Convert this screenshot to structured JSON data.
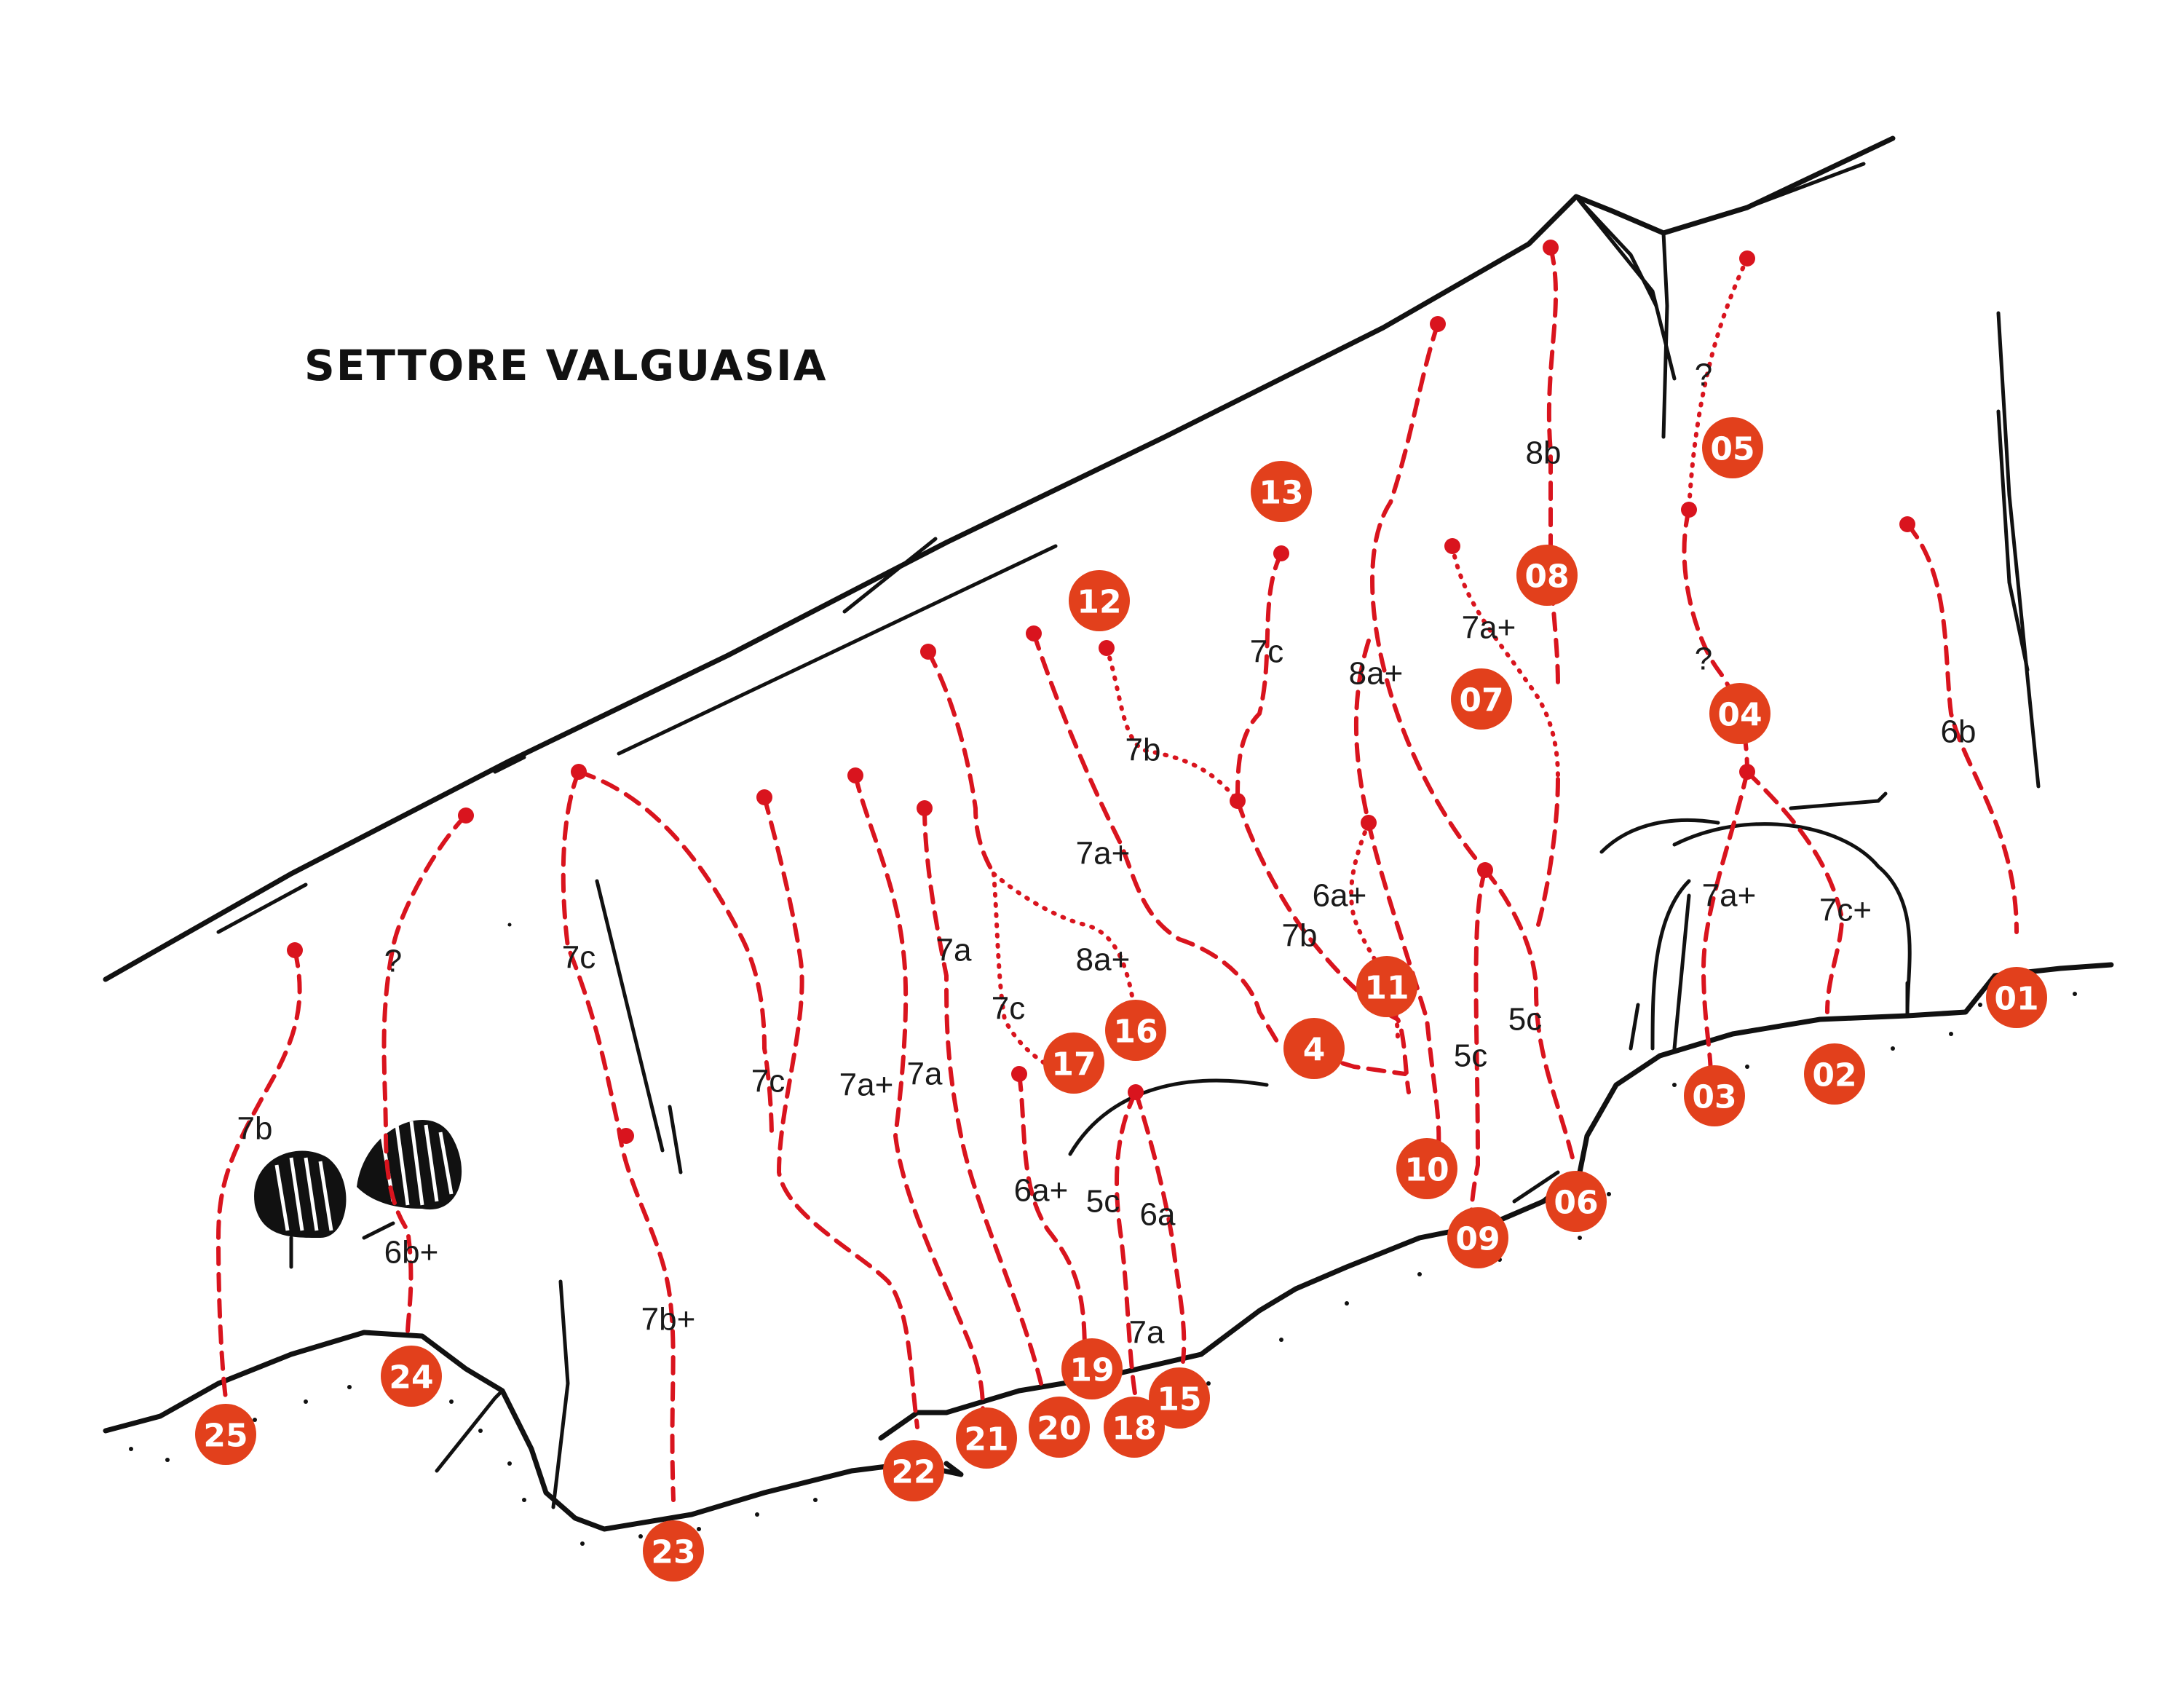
{
  "title": "SETTORE VALGUASIA",
  "colors": {
    "route": "#d9141e",
    "badge": "#e2401c",
    "rock": "#111111"
  },
  "routes": [
    {
      "number": "01",
      "grade": "6b"
    },
    {
      "number": "02",
      "grade": "7c+"
    },
    {
      "number": "03",
      "grade": "7a+"
    },
    {
      "number": "04",
      "grade": "?"
    },
    {
      "number": "05",
      "grade": "?"
    },
    {
      "number": "06",
      "grade": "5c"
    },
    {
      "number": "07",
      "grade": "7a+"
    },
    {
      "number": "08",
      "grade": "8b"
    },
    {
      "number": "09",
      "grade": "5c"
    },
    {
      "number": "10",
      "grade": "8a+"
    },
    {
      "number": "11",
      "grade": "6a+"
    },
    {
      "number": "12",
      "grade": "7b"
    },
    {
      "number": "13",
      "grade": "7c"
    },
    {
      "number": "4",
      "grade": "7b"
    },
    {
      "number": "15",
      "grade": "6a"
    },
    {
      "number": "16",
      "grade": "8a+"
    },
    {
      "number": "17",
      "grade": "7c"
    },
    {
      "number": "18",
      "grade": "5c"
    },
    {
      "number": "19",
      "grade": "6a+"
    },
    {
      "number": "20",
      "grade": "7a"
    },
    {
      "number": "21",
      "grade": "7a+"
    },
    {
      "number": "22",
      "grade": "7c"
    },
    {
      "number": "23",
      "grade": "7b+"
    },
    {
      "number": "24",
      "grade": "6b+"
    },
    {
      "number": "25",
      "grade": "7b"
    }
  ],
  "extra_grades": [
    "?",
    "7a",
    "7c",
    "7a+",
    "7a"
  ]
}
